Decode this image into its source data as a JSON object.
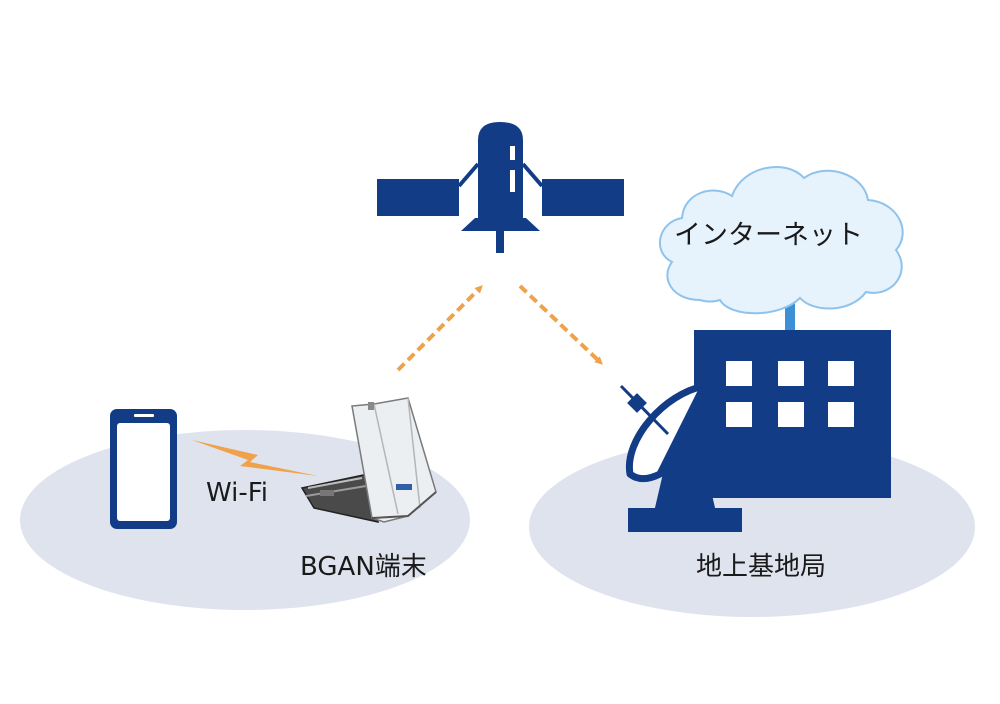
{
  "labels": {
    "wifi": "Wi-Fi",
    "bgan_terminal": "BGAN端末",
    "internet": "インターネット",
    "ground_station": "地上基地局"
  },
  "colors": {
    "navy": "#123c86",
    "orange_arrow": "#f0a24a",
    "ellipse_fill": "#dfe3ee",
    "cloud_fill": "#e6f2fc",
    "cloud_stroke": "#8fc3ec",
    "link_blue": "#3d8fd6"
  },
  "icons": {
    "satellite": "satellite-icon",
    "phone": "smartphone-icon",
    "terminal": "bgan-terminal-icon",
    "dish": "satellite-dish-icon",
    "building": "building-icon",
    "cloud": "cloud-icon"
  }
}
